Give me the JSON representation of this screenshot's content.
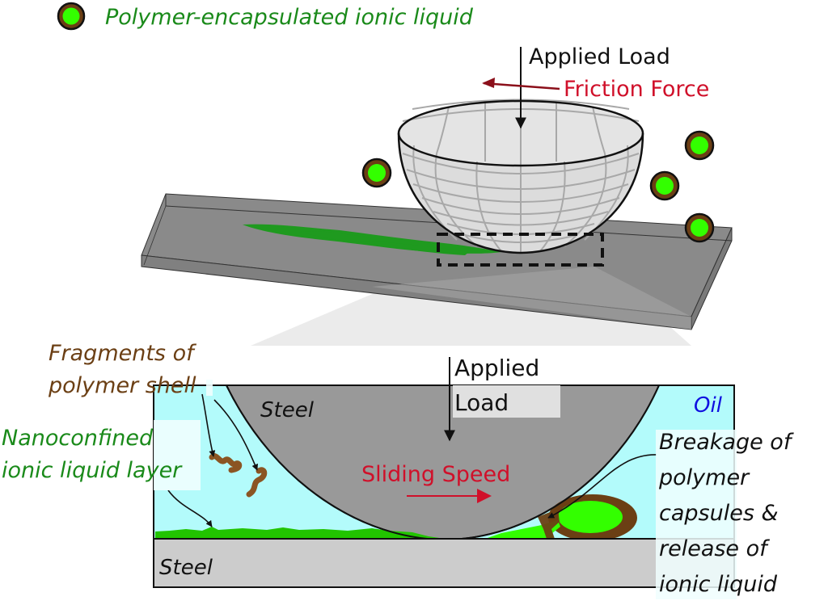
{
  "legend": {
    "capsule_label": "Polymer-encapsulated ionic liquid"
  },
  "top_view": {
    "applied_load": "Applied Load",
    "friction_force": "Friction Force"
  },
  "cross_section": {
    "applied_load_line1": "Applied",
    "applied_load_line2": "Load",
    "upper_steel": "Steel",
    "lower_steel": "Steel",
    "oil": "Oil",
    "sliding_speed": "Sliding Speed",
    "fragments_line1": "Fragments of",
    "fragments_line2": "polymer shell",
    "nanoconfined_line1": "Nanoconfined",
    "nanoconfined_line2": "ionic liquid layer",
    "breakage_lines": [
      "Breakage of",
      "polymer",
      "capsules &",
      "release of",
      "ionic liquid"
    ]
  },
  "colors": {
    "capsule_core": "#33ff00",
    "capsule_shell": "#6b3f14",
    "green_text": "#1a8a1a",
    "brown_text": "#6b3f14",
    "red_text": "#d0102a",
    "friction_arrow": "#8b0f1a",
    "oil_text": "#1010e0",
    "oil_fill": "#b3fbfb",
    "steel_ball": "#999999",
    "steel_plate": "#cccccc",
    "plate_3d": "#8a8a8a",
    "ionic_layer": "#22c400"
  }
}
